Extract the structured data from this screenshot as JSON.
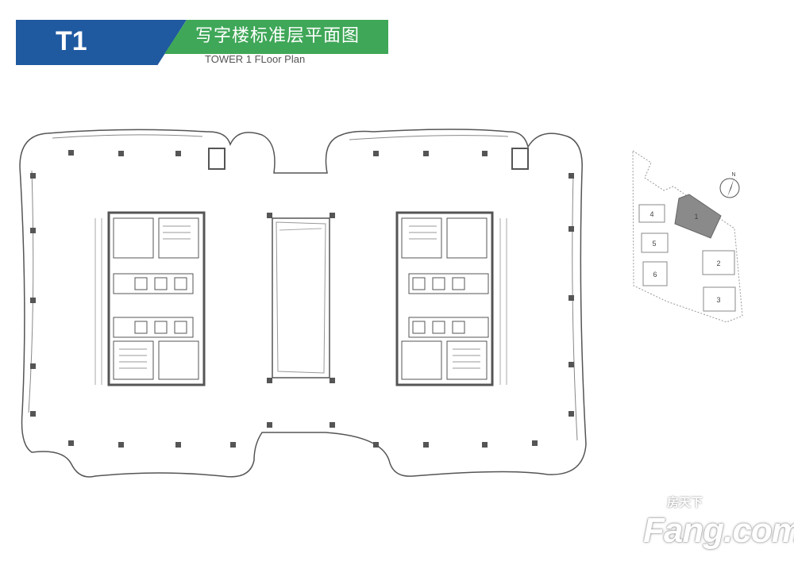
{
  "header": {
    "tower_label": "T1",
    "title_cn": "写字楼标准层平面图",
    "title_en": "TOWER 1 FLoor Plan"
  },
  "site_plan": {
    "buildings": [
      "1",
      "2",
      "3",
      "4",
      "5",
      "6"
    ],
    "highlighted": "1",
    "north_label": "N"
  },
  "watermark": {
    "brand": "Fang.com",
    "brand_cn": "房天下"
  },
  "colors": {
    "blue": "#1f59a0",
    "green": "#3fa758",
    "line": "#555555",
    "highlight": "#8a8a8a"
  }
}
